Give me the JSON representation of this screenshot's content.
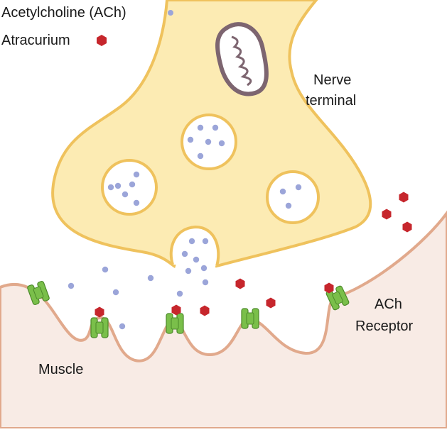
{
  "legend": {
    "ach_label": "Acetylcholine (ACh)",
    "atracurium_label": "Atracurium"
  },
  "labels": {
    "nerve_terminal": [
      "Nerve",
      "terminal"
    ],
    "ach_receptor": [
      "ACh",
      "Receptor"
    ],
    "muscle": "Muscle"
  },
  "colors": {
    "nerve_fill": "#fcebb3",
    "nerve_stroke": "#efc25d",
    "muscle_fill": "#f8ebe5",
    "muscle_stroke": "#e1a98c",
    "ach_dot": "#9ba5d9",
    "atracurium": "#c6262c",
    "receptor": "#7abf4a",
    "receptor_stroke": "#4c8a2a",
    "mito_fill": "#ffffff",
    "mito_stroke": "#7d6570"
  },
  "icons": {
    "ach": "dot",
    "atracurium": "hexagon",
    "receptor": "green-channel"
  }
}
